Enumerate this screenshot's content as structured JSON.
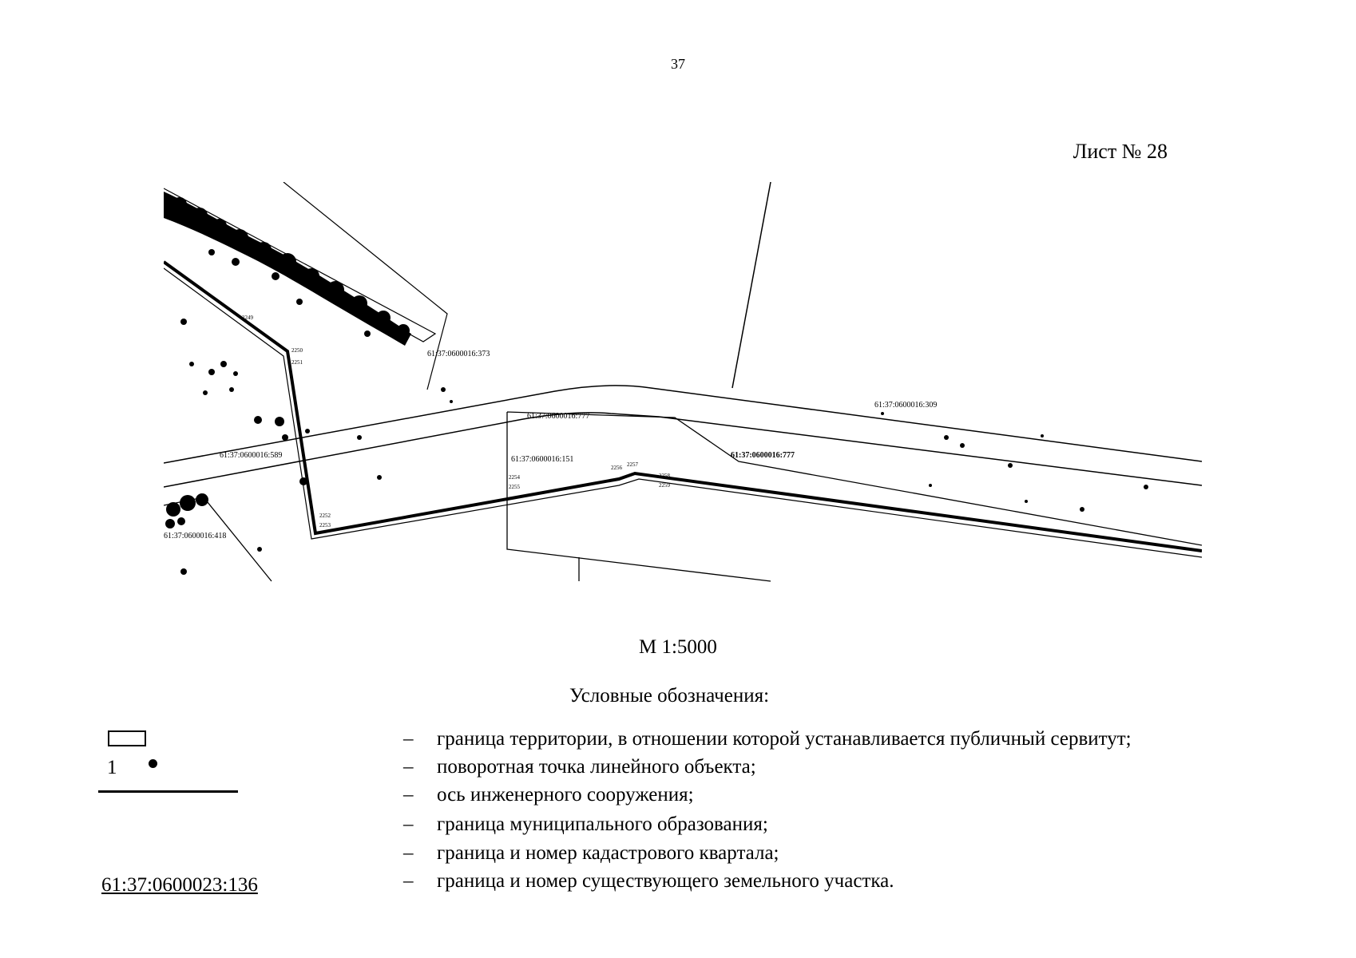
{
  "page_number": "37",
  "sheet_label": "Лист № 28",
  "map": {
    "parcel_labels": [
      "61:37:0600016:373",
      "61:37:0600016:309",
      "61:37:0600016:777",
      "61:37:0600016:777",
      "61:37:0600016:151",
      "61:37:0600016:589",
      "61:37:0600016:418"
    ],
    "point_labels": [
      "2249",
      "2250",
      "2251",
      "2252",
      "2253",
      "2254",
      "2255",
      "2256",
      "2257",
      "2258",
      "2259"
    ]
  },
  "scale": "М 1:5000",
  "legend": {
    "title": "Условные обозначения:",
    "point_number": "1",
    "parcel_example": "61:37:0600023:136",
    "dash": "–",
    "items": [
      "граница территории, в отношении которой устанавливается публичный сервитут;",
      "поворотная точка линейного объекта;",
      "ось инженерного сооружения;",
      "граница муниципального образования;",
      "граница и номер кадастрового квартала;",
      "граница и номер существующего земельного участка."
    ]
  }
}
